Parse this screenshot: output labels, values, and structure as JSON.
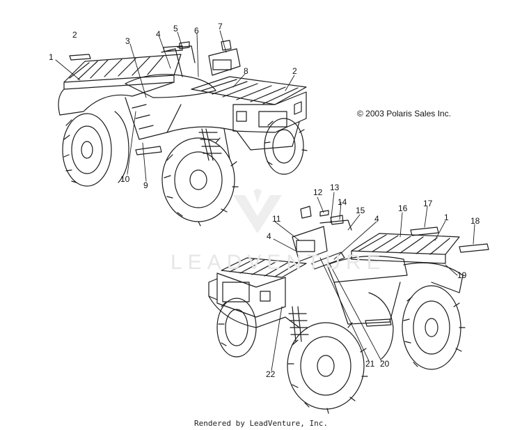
{
  "copyright": "© 2003 Polaris Sales Inc.",
  "footer": "Rendered by LeadVenture, Inc.",
  "watermark": "LEADVENTURE",
  "callouts": {
    "top": [
      "1",
      "2",
      "3",
      "4",
      "5",
      "6",
      "7",
      "8",
      "2",
      "10",
      "9"
    ],
    "bottom": [
      "12",
      "13",
      "14",
      "15",
      "4",
      "11",
      "4",
      "16",
      "17",
      "1",
      "18",
      "19",
      "21",
      "20",
      "22"
    ]
  },
  "colors": {
    "line": "#1a1a1a",
    "watermark": "#e6e6e6"
  }
}
